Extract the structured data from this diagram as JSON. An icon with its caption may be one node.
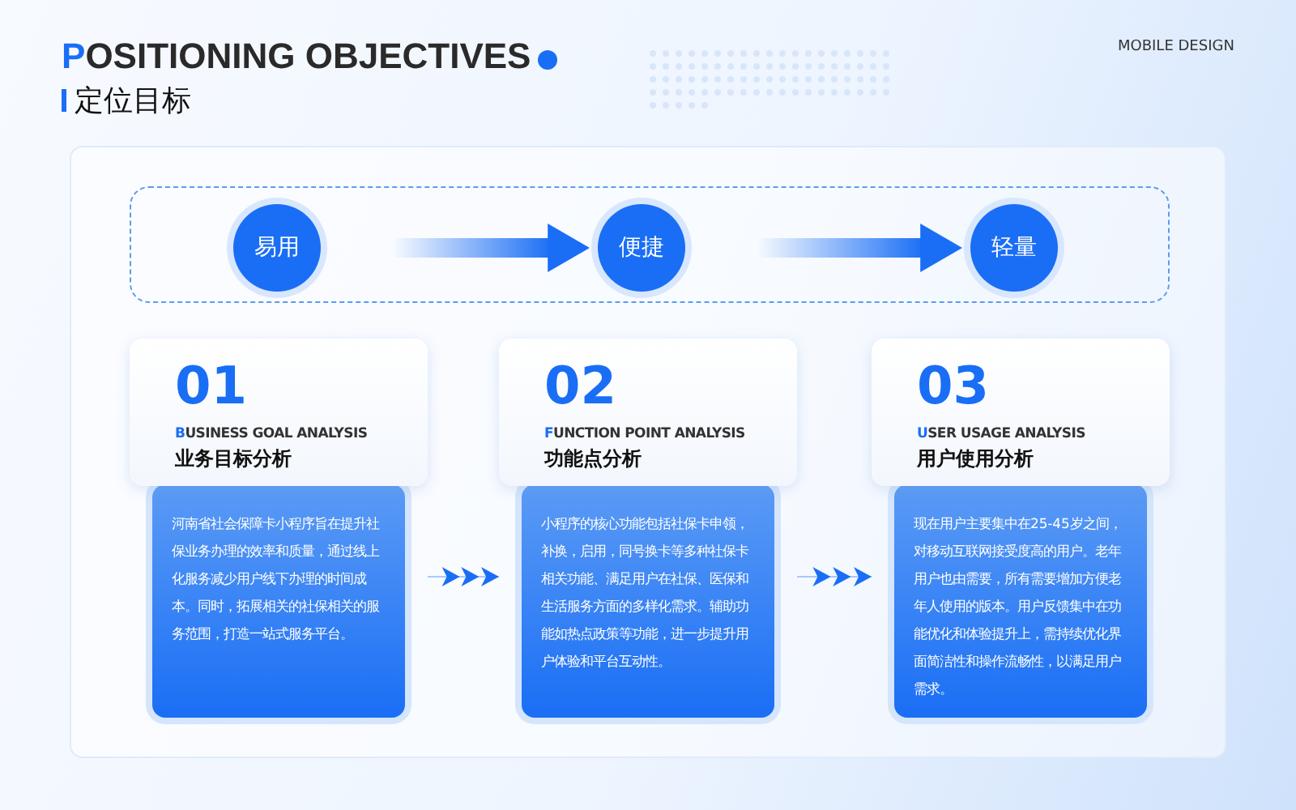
{
  "diagram": {
    "title": "POSITIONING OBJECTIVES",
    "nodes": [
      {
        "text": [],
        "shape": "box"
      },
      {
        "text": [
          "易用"
        ],
        "in": 0
      },
      {
        "text": [
          "便捷"
        ],
        "in": 0
      },
      {
        "text": [
          "轻量"
        ],
        "in": 0
      },
      {
        "text": [
          "01",
          "BUSINESS GOAL ANALYSIS",
          "业务目标分析",
          "河南省社会保障卡小程序旨在提升社保业务办理的效率和质量，通过线上化服务减少用户线下办理的时间成本。同时，拓展相关的社保相关的服务范围，打造一站式服务平台。"
        ]
      },
      {
        "text": [
          "02",
          "FUNCTION POINT ANALYSIS",
          "功能点分析",
          "小程序的核心功能包括社保卡申领，补换，启用，同号换卡等多种社保卡相关功能、满足用户在社保、医保和生活服务方面的多样化需求。辅助功能如热点政策等功能，进一步提升用户体验和平台互动性。"
        ]
      },
      {
        "text": [
          "03",
          "USER USAGE ANALYSIS",
          "用户使用分析",
          "现在用户主要集中在25-45岁之间，对移动互联网接受度高的用户。老年用户也由需要，所有需要增加方便老年人使用的版本。用户反馈集中在功能优化和体验提升上，需持续优化界面简洁性和操作流畅性，以满足用户需求。"
        ]
      }
    ],
    "edges": [
      {
        "from": 1,
        "to": 2,
        "arrow": "to"
      },
      {
        "from": 2,
        "to": 3,
        "arrow": "to"
      },
      {
        "from": 4,
        "to": 5,
        "arrow": "to"
      },
      {
        "from": 5,
        "to": 6,
        "arrow": "to"
      }
    ],
    "labels": [
      "定位目标",
      "MOBILE DESIGN"
    ]
  }
}
